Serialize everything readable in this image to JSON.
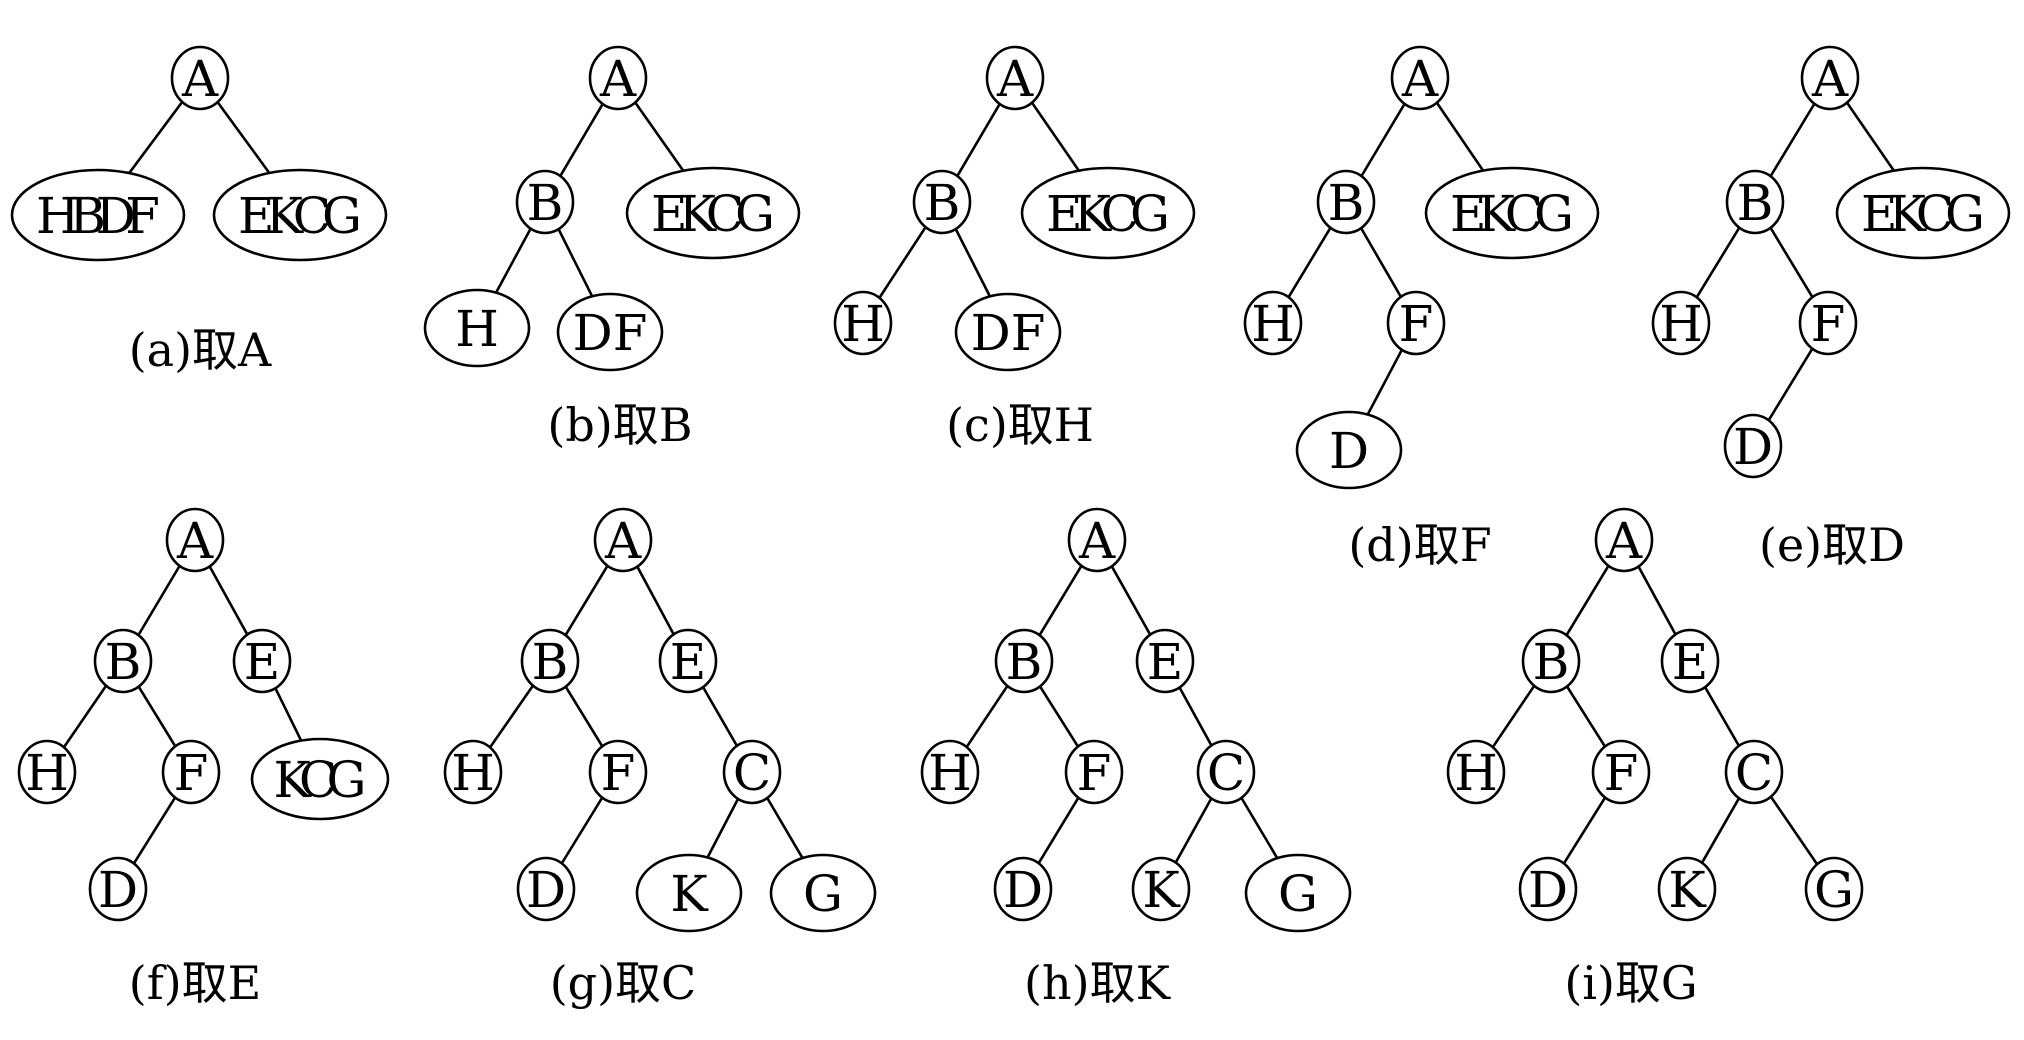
{
  "panels": [
    {
      "id": "a",
      "caption": "(a)取A",
      "nodes": [
        {
          "id": "A",
          "label": "A"
        },
        {
          "id": "HBDF",
          "label": "HBDF"
        },
        {
          "id": "EKCG",
          "label": "EKCG"
        }
      ],
      "edges": [
        [
          "A",
          "HBDF"
        ],
        [
          "A",
          "EKCG"
        ]
      ]
    },
    {
      "id": "b",
      "caption": "(b)取B",
      "nodes": [
        {
          "id": "A",
          "label": "A"
        },
        {
          "id": "B",
          "label": "B"
        },
        {
          "id": "EKCG",
          "label": "EKCG"
        },
        {
          "id": "H",
          "label": "H"
        },
        {
          "id": "DF",
          "label": "DF"
        }
      ],
      "edges": [
        [
          "A",
          "B"
        ],
        [
          "A",
          "EKCG"
        ],
        [
          "B",
          "H"
        ],
        [
          "B",
          "DF"
        ]
      ]
    },
    {
      "id": "c",
      "caption": "(c)取H",
      "nodes": [
        {
          "id": "A",
          "label": "A"
        },
        {
          "id": "B",
          "label": "B"
        },
        {
          "id": "EKCG",
          "label": "EKCG"
        },
        {
          "id": "H",
          "label": "H"
        },
        {
          "id": "DF",
          "label": "DF"
        }
      ],
      "edges": [
        [
          "A",
          "B"
        ],
        [
          "A",
          "EKCG"
        ],
        [
          "B",
          "H"
        ],
        [
          "B",
          "DF"
        ]
      ]
    },
    {
      "id": "d",
      "caption": "(d)取F",
      "nodes": [
        {
          "id": "A",
          "label": "A"
        },
        {
          "id": "B",
          "label": "B"
        },
        {
          "id": "EKCG",
          "label": "EKCG"
        },
        {
          "id": "H",
          "label": "H"
        },
        {
          "id": "F",
          "label": "F"
        },
        {
          "id": "D",
          "label": "D"
        }
      ],
      "edges": [
        [
          "A",
          "B"
        ],
        [
          "A",
          "EKCG"
        ],
        [
          "B",
          "H"
        ],
        [
          "B",
          "F"
        ],
        [
          "F",
          "D"
        ]
      ]
    },
    {
      "id": "e",
      "caption": "(e)取D",
      "nodes": [
        {
          "id": "A",
          "label": "A"
        },
        {
          "id": "B",
          "label": "B"
        },
        {
          "id": "EKCG",
          "label": "EKCG"
        },
        {
          "id": "H",
          "label": "H"
        },
        {
          "id": "F",
          "label": "F"
        },
        {
          "id": "D",
          "label": "D"
        }
      ],
      "edges": [
        [
          "A",
          "B"
        ],
        [
          "A",
          "EKCG"
        ],
        [
          "B",
          "H"
        ],
        [
          "B",
          "F"
        ],
        [
          "F",
          "D"
        ]
      ]
    },
    {
      "id": "f",
      "caption": "(f)取E",
      "nodes": [
        {
          "id": "A",
          "label": "A"
        },
        {
          "id": "B",
          "label": "B"
        },
        {
          "id": "E",
          "label": "E"
        },
        {
          "id": "H",
          "label": "H"
        },
        {
          "id": "F",
          "label": "F"
        },
        {
          "id": "KCG",
          "label": "KCG"
        },
        {
          "id": "D",
          "label": "D"
        }
      ],
      "edges": [
        [
          "A",
          "B"
        ],
        [
          "A",
          "E"
        ],
        [
          "B",
          "H"
        ],
        [
          "B",
          "F"
        ],
        [
          "E",
          "KCG"
        ],
        [
          "F",
          "D"
        ]
      ]
    },
    {
      "id": "g",
      "caption": "(g)取C",
      "nodes": [
        {
          "id": "A",
          "label": "A"
        },
        {
          "id": "B",
          "label": "B"
        },
        {
          "id": "E",
          "label": "E"
        },
        {
          "id": "H",
          "label": "H"
        },
        {
          "id": "F",
          "label": "F"
        },
        {
          "id": "C",
          "label": "C"
        },
        {
          "id": "D",
          "label": "D"
        },
        {
          "id": "K",
          "label": "K"
        },
        {
          "id": "G",
          "label": "G"
        }
      ],
      "edges": [
        [
          "A",
          "B"
        ],
        [
          "A",
          "E"
        ],
        [
          "B",
          "H"
        ],
        [
          "B",
          "F"
        ],
        [
          "E",
          "C"
        ],
        [
          "F",
          "D"
        ],
        [
          "C",
          "K"
        ],
        [
          "C",
          "G"
        ]
      ]
    },
    {
      "id": "h",
      "caption": "(h)取K",
      "nodes": [
        {
          "id": "A",
          "label": "A"
        },
        {
          "id": "B",
          "label": "B"
        },
        {
          "id": "E",
          "label": "E"
        },
        {
          "id": "H",
          "label": "H"
        },
        {
          "id": "F",
          "label": "F"
        },
        {
          "id": "C",
          "label": "C"
        },
        {
          "id": "D",
          "label": "D"
        },
        {
          "id": "K",
          "label": "K"
        },
        {
          "id": "G",
          "label": "G"
        }
      ],
      "edges": [
        [
          "A",
          "B"
        ],
        [
          "A",
          "E"
        ],
        [
          "B",
          "H"
        ],
        [
          "B",
          "F"
        ],
        [
          "E",
          "C"
        ],
        [
          "F",
          "D"
        ],
        [
          "C",
          "K"
        ],
        [
          "C",
          "G"
        ]
      ]
    },
    {
      "id": "i",
      "caption": "(i)取G",
      "nodes": [
        {
          "id": "A",
          "label": "A"
        },
        {
          "id": "B",
          "label": "B"
        },
        {
          "id": "E",
          "label": "E"
        },
        {
          "id": "H",
          "label": "H"
        },
        {
          "id": "F",
          "label": "F"
        },
        {
          "id": "C",
          "label": "C"
        },
        {
          "id": "D",
          "label": "D"
        },
        {
          "id": "K",
          "label": "K"
        },
        {
          "id": "G",
          "label": "G"
        }
      ],
      "edges": [
        [
          "A",
          "B"
        ],
        [
          "A",
          "E"
        ],
        [
          "B",
          "H"
        ],
        [
          "B",
          "F"
        ],
        [
          "E",
          "C"
        ],
        [
          "F",
          "D"
        ],
        [
          "C",
          "K"
        ],
        [
          "C",
          "G"
        ]
      ]
    }
  ]
}
